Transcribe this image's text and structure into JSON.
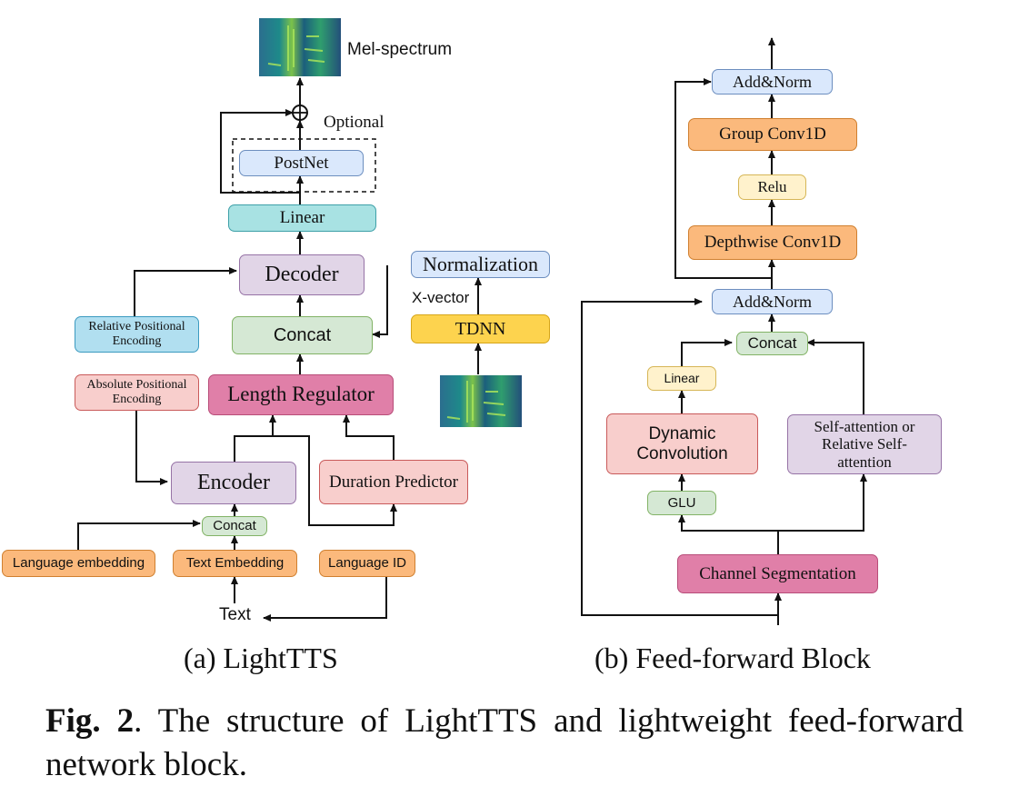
{
  "lighttts": {
    "mel_spectrum": "Mel-spectrum",
    "optional": "Optional",
    "postnet": "PostNet",
    "linear": "Linear",
    "decoder": "Decoder",
    "normalization": "Normalization",
    "x_vector": "X-vector",
    "relative_positional_encoding": "Relative Positional Encoding",
    "concat_main": "Concat",
    "tdnn": "TDNN",
    "absolute_positional_encoding": "Absolute Positional Encoding",
    "length_regulator": "Length Regulator",
    "encoder": "Encoder",
    "duration_predictor": "Duration Predictor",
    "concat_small": "Concat",
    "language_embedding": "Language embedding",
    "text_embedding": "Text Embedding",
    "language_id": "Language ID",
    "text": "Text",
    "caption": "(a) LightTTS"
  },
  "ffblock": {
    "add_norm_top": "Add&Norm",
    "group_conv1d": "Group Conv1D",
    "relu": "Relu",
    "depthwise_conv1d": "Depthwise Conv1D",
    "add_norm_bottom": "Add&Norm",
    "concat": "Concat",
    "linear": "Linear",
    "dynamic_convolution": "Dynamic Convolution",
    "self_attention": "Self-attention or Relative Self-attention",
    "glu": "GLU",
    "channel_segmentation": "Channel Segmentation",
    "caption": "(b) Feed-forward Block"
  },
  "figure_caption": {
    "label": "Fig. 2",
    "text": ". The structure of LightTTS and lightweight feed-forward network block."
  },
  "colors": {
    "line": "#111111",
    "blue": "#dae8fc",
    "teal": "#a8e2e3",
    "purple": "#e1d5e7",
    "green": "#d5e8d4",
    "pink": "#e07fa8",
    "light_pink": "#f8cecc",
    "orange": "#fbb97c",
    "yellow": "#fdd34e",
    "light_yellow": "#fff2cc",
    "cyan": "#b1dff0"
  }
}
